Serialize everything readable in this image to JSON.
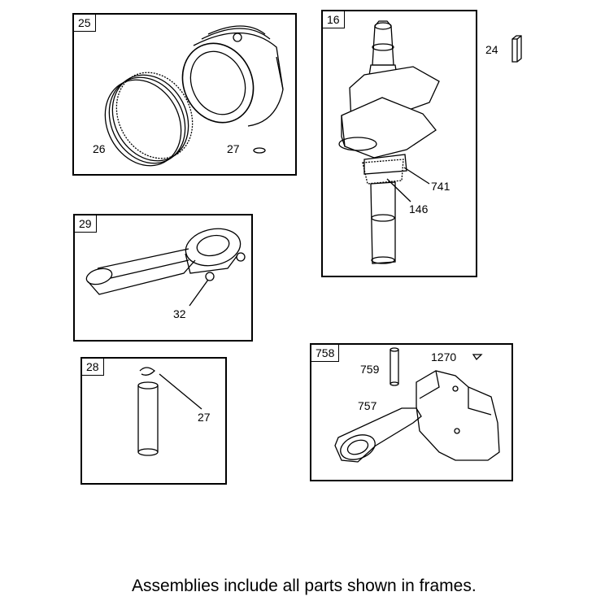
{
  "frames": {
    "f25": {
      "id": "25"
    },
    "f16": {
      "id": "16"
    },
    "f29": {
      "id": "29"
    },
    "f28": {
      "id": "28"
    },
    "f758": {
      "id": "758"
    }
  },
  "callouts": {
    "c24": "24",
    "c26": "26",
    "c27a": "27",
    "c741": "741",
    "c146": "146",
    "c32": "32",
    "c27b": "27",
    "c759": "759",
    "c1270": "1270",
    "c757": "757"
  },
  "parts": {
    "p25": "piston-assembly",
    "p26": "piston-ring-set",
    "p27": "piston-pin-retainer-clip",
    "p16": "crankshaft",
    "p24": "crankshaft-key",
    "p741": "crankshaft-gear",
    "p146": "crankshaft-gear-key",
    "p29": "connecting-rod",
    "p32": "connecting-rod-bolt",
    "p28": "piston-pin",
    "p758": "governor-assembly",
    "p759": "governor-shaft",
    "p1270": "screw",
    "p757": "governor-lever"
  },
  "footer": {
    "note": "Assemblies include all parts shown in frames."
  }
}
